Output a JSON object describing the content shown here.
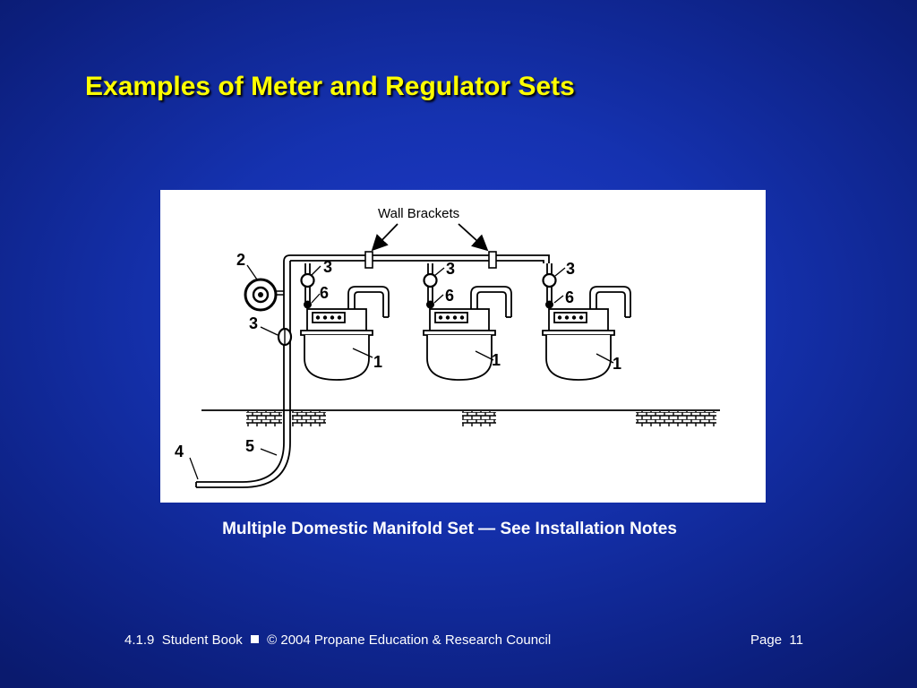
{
  "slide": {
    "title": "Examples of Meter and Regulator Sets",
    "caption": "Multiple Domestic Manifold Set — See Installation Notes"
  },
  "figure": {
    "wall_brackets_label": "Wall Brackets",
    "callouts": {
      "meter": "1",
      "regulator": "2",
      "valve": "3",
      "supply_end": "4",
      "underground_line": "5",
      "meter_inlet": "6"
    }
  },
  "footer": {
    "course_ref": "4.1.9",
    "book": "Student Book",
    "copyright": "© 2004 Propane Education & Research Council",
    "page_label": "Page",
    "page_number": "11"
  }
}
